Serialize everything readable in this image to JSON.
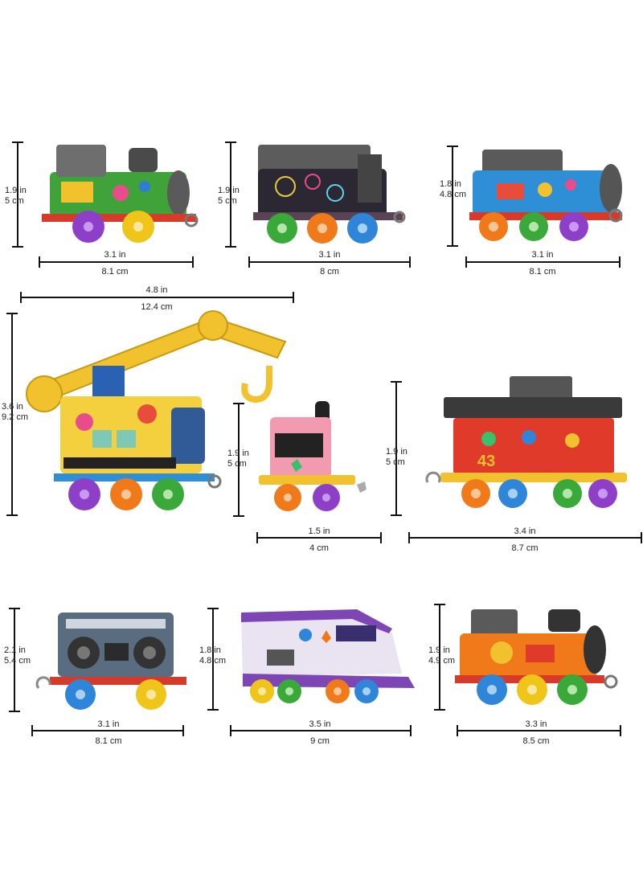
{
  "products": [
    {
      "id": "engine-1",
      "height_in": "1.9 in",
      "height_cm": "5 cm",
      "width_in": "3.1 in",
      "width_cm": "8.1 cm"
    },
    {
      "id": "engine-2",
      "height_in": "1.9 in",
      "height_cm": "5 cm",
      "width_in": "3.1 in",
      "width_cm": "8 cm"
    },
    {
      "id": "engine-3",
      "height_in": "1.8 in",
      "height_cm": "4.8 cm",
      "width_in": "3.1 in",
      "width_cm": "8.1 cm"
    },
    {
      "id": "crane",
      "height_in": "3.6 in",
      "height_cm": "9.2 cm",
      "width_in": "4.8 in",
      "width_cm": "12.4 cm"
    },
    {
      "id": "small-car",
      "height_in": "1.9 in",
      "height_cm": "5 cm",
      "width_in": "1.5 in",
      "width_cm": "4 cm"
    },
    {
      "id": "caboose",
      "height_in": "1.9 in",
      "height_cm": "5 cm",
      "width_in": "3.4 in",
      "width_cm": "8.7 cm"
    },
    {
      "id": "boombox-car",
      "height_in": "2.1 in",
      "height_cm": "5.4 cm",
      "width_in": "3.1 in",
      "width_cm": "8.1 cm"
    },
    {
      "id": "streamliner",
      "height_in": "1.8 in",
      "height_cm": "4.8 cm",
      "width_in": "3.5 in",
      "width_cm": "9 cm"
    },
    {
      "id": "engine-4",
      "height_in": "1.9 in",
      "height_cm": "4.9 cm",
      "width_in": "3.3 in",
      "width_cm": "8.5 cm"
    }
  ],
  "caboose_number": "43"
}
